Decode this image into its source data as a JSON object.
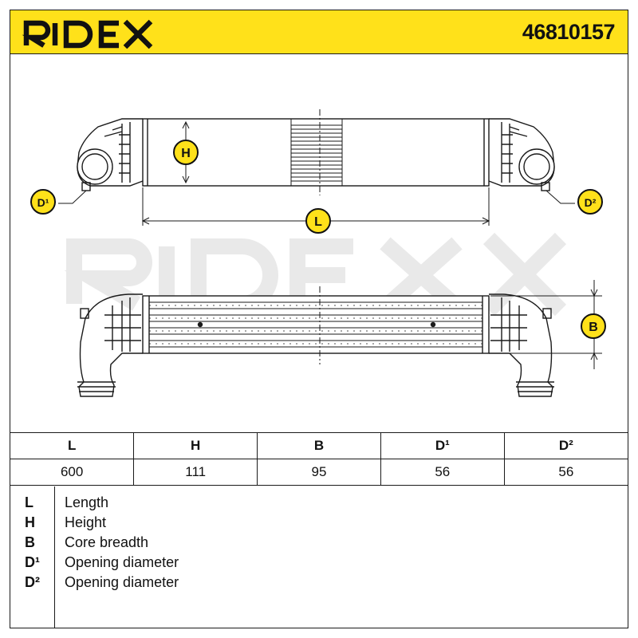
{
  "header": {
    "brand": "RIDEX",
    "part_number": "46810157",
    "accent_color": "#ffe11a"
  },
  "drawing": {
    "badges": {
      "height": "H",
      "length": "L",
      "breadth": "B",
      "diameter_1": "D¹",
      "diameter_2": "D²"
    },
    "badge_color": "#ffe11a",
    "watermark": "RIDEX"
  },
  "specs": {
    "columns": [
      "L",
      "H",
      "B",
      "D¹",
      "D²"
    ],
    "values": [
      "600",
      "111",
      "95",
      "56",
      "56"
    ]
  },
  "legend": [
    {
      "key": "L",
      "label": "Length"
    },
    {
      "key": "H",
      "label": "Height"
    },
    {
      "key": "B",
      "label": "Core breadth"
    },
    {
      "key": "D¹",
      "label": "Opening diameter"
    },
    {
      "key": "D²",
      "label": "Opening diameter"
    }
  ]
}
